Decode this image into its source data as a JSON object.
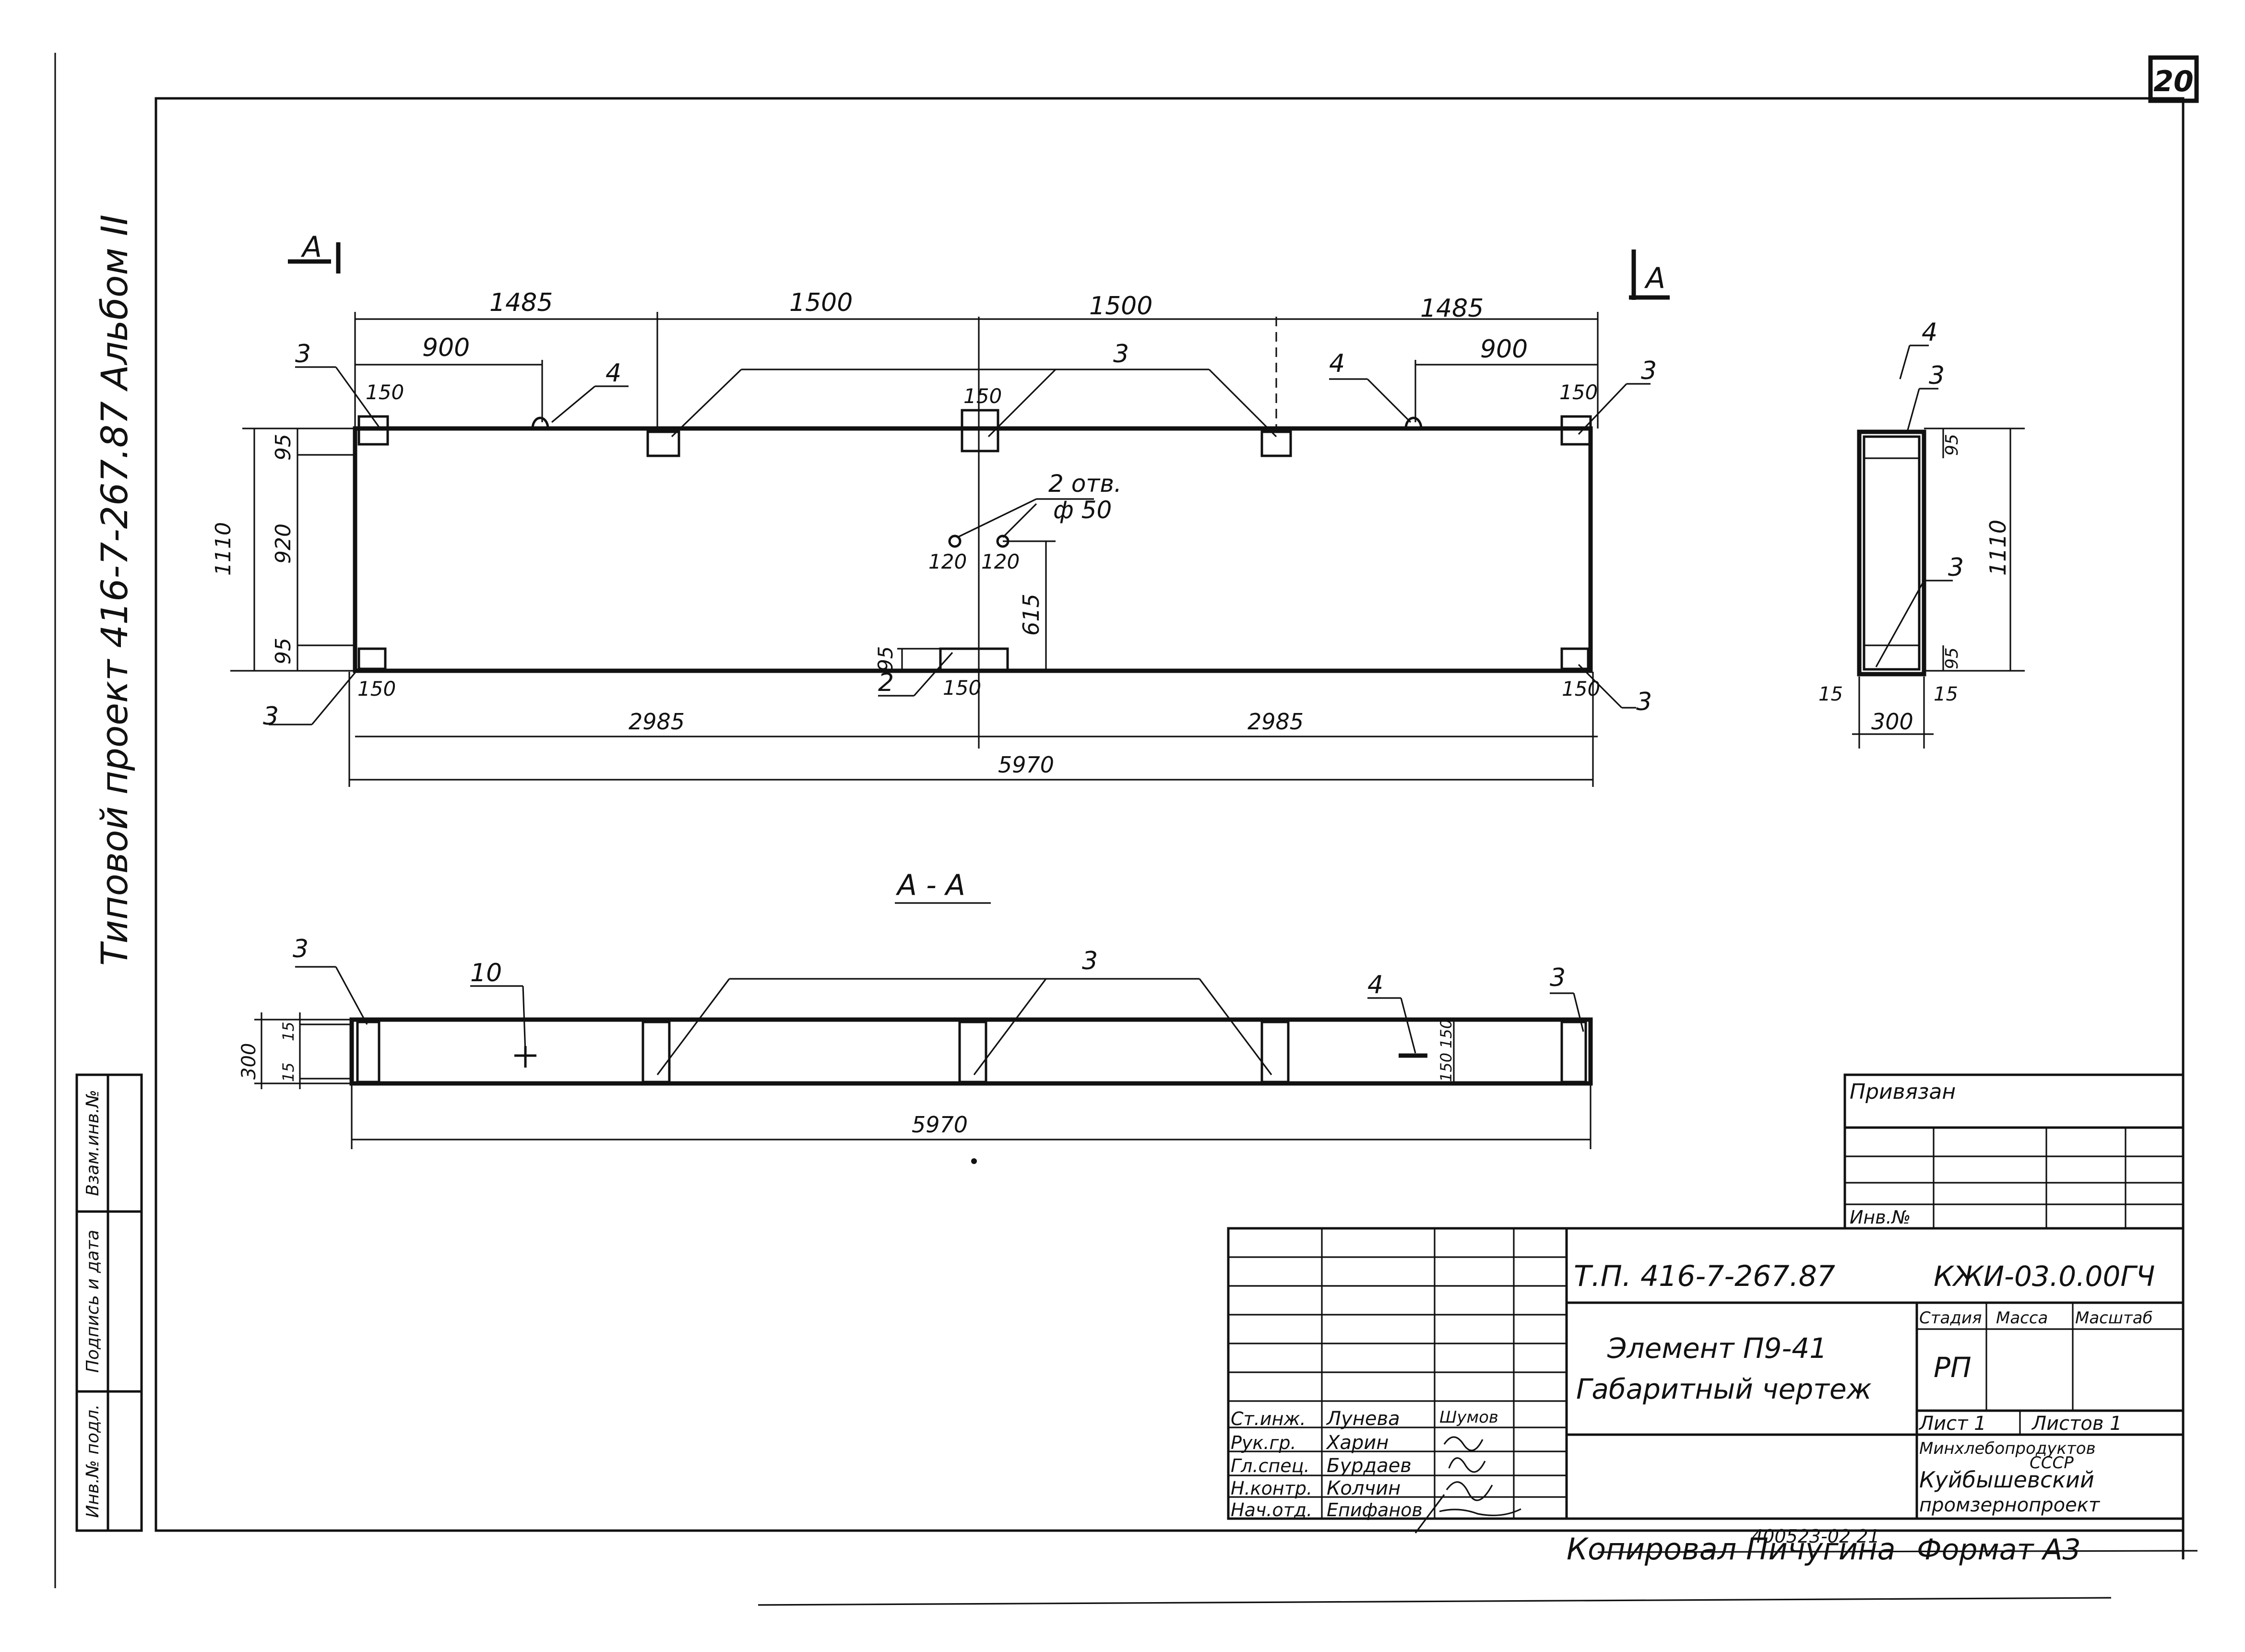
{
  "sheet": {
    "number": "20"
  },
  "side_margin": {
    "vertical_title": "Типовой проект 416-7-267.87 Альбом II",
    "stamp_labels": [
      "Инв.№ подл.",
      "Подпись и дата",
      "Взам.инв.№"
    ]
  },
  "plan_view": {
    "section_mark_left": "А",
    "section_mark_right": "А",
    "dim_top": [
      "1485",
      "1500",
      "1500",
      "1485"
    ],
    "dim_900_left": "900",
    "dim_900_right": "900",
    "dim_150_items": [
      "150",
      "150",
      "150",
      "150",
      "150",
      "150"
    ],
    "holes_label_1": "2 отв.",
    "holes_label_2": "ф 50",
    "dim_120_left": "120",
    "dim_120_right": "120",
    "dim_615": "615",
    "dim_95_small": "95",
    "dim_bottom_half": [
      "2985",
      "2985"
    ],
    "dim_overall": "5970",
    "dim_left": [
      "95",
      "920",
      "95"
    ],
    "dim_left_total": "1110",
    "callouts": [
      "3",
      "4",
      "3",
      "4",
      "3",
      "3",
      "2",
      "3"
    ]
  },
  "end_view": {
    "callout_4": "4",
    "callout_3_top": "3",
    "callout_3_mid": "3",
    "dim_height": "1110",
    "dim_95_top": "95",
    "dim_95_bottom": "95",
    "dim_15_left": "15",
    "dim_300": "300",
    "dim_15_right": "15"
  },
  "section_view": {
    "title": "А - А",
    "callout_10": "10",
    "callout_3_group": "3",
    "callout_3_left": "3",
    "callout_3_right": "3",
    "callout_4": "4",
    "dim_300": "300",
    "dim_15_top": "15",
    "dim_15_bottom": "15",
    "dim_150_a": "150",
    "dim_150_b": "150",
    "dim_overall": "5970"
  },
  "privyazan_block": {
    "title": "Привязан",
    "inv_label": "Инв.№"
  },
  "title_block": {
    "project_code": "Т.П.  416-7-267.87",
    "doc_code": "КЖИ-03.0.00ГЧ",
    "element_name": "Элемент П9-41",
    "drawing_name": "Габаритный чертеж",
    "col_stage": "Стадия",
    "col_mass": "Масса",
    "col_scale": "Масштаб",
    "stage_value": "РП",
    "sheet_label": "Лист 1",
    "sheets_label": "Листов 1",
    "org_line1": "Минхлебопродуктов",
    "org_line2": "СССР",
    "org_line3": "Куйбышевский",
    "org_line4": "промзернопроект",
    "signatures": [
      {
        "role": "Ст.инж.",
        "name": "Лунева"
      },
      {
        "role": "Рук.гр.",
        "name": "Харин"
      },
      {
        "role": "Гл.спец.",
        "name": "Бурдаев"
      },
      {
        "role": "Н.контр.",
        "name": "Колчин"
      },
      {
        "role": "Нач.отд.",
        "name": "Епифанов"
      }
    ],
    "signature_mark": "Шумов"
  },
  "footer": {
    "copied_by": "Копировал Пичугина",
    "archive_no": "400523-02   21",
    "format": "Формат А3"
  }
}
